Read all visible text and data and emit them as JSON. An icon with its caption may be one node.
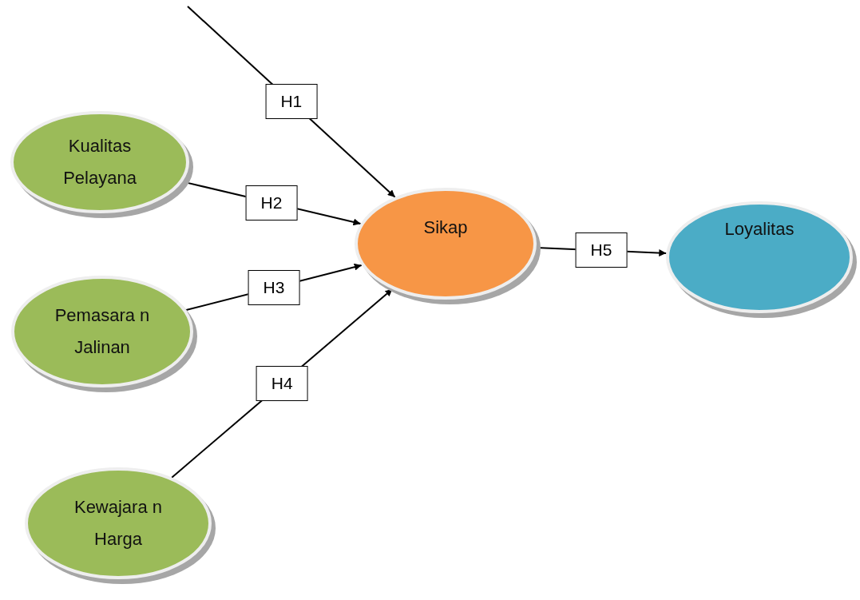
{
  "diagram": {
    "nodes": [
      {
        "text": [
          "Kualitas Pelayana"
        ]
      },
      {
        "text": [
          "Pemasara n Jalinan"
        ]
      },
      {
        "text": [
          "Kewajara n Harga"
        ]
      },
      {
        "text": [
          "Sikap"
        ]
      },
      {
        "text": [
          "Loyalitas"
        ]
      }
    ],
    "edges": [
      {
        "from": null,
        "to": 3,
        "arrow": "to",
        "label": "H1"
      },
      {
        "from": 0,
        "to": 3,
        "arrow": "to",
        "label": "H2"
      },
      {
        "from": 1,
        "to": 3,
        "arrow": "to",
        "label": "H3"
      },
      {
        "from": 2,
        "to": 3,
        "arrow": "to",
        "label": "H4"
      },
      {
        "from": 3,
        "to": 4,
        "arrow": "to",
        "label": "H5"
      }
    ]
  }
}
